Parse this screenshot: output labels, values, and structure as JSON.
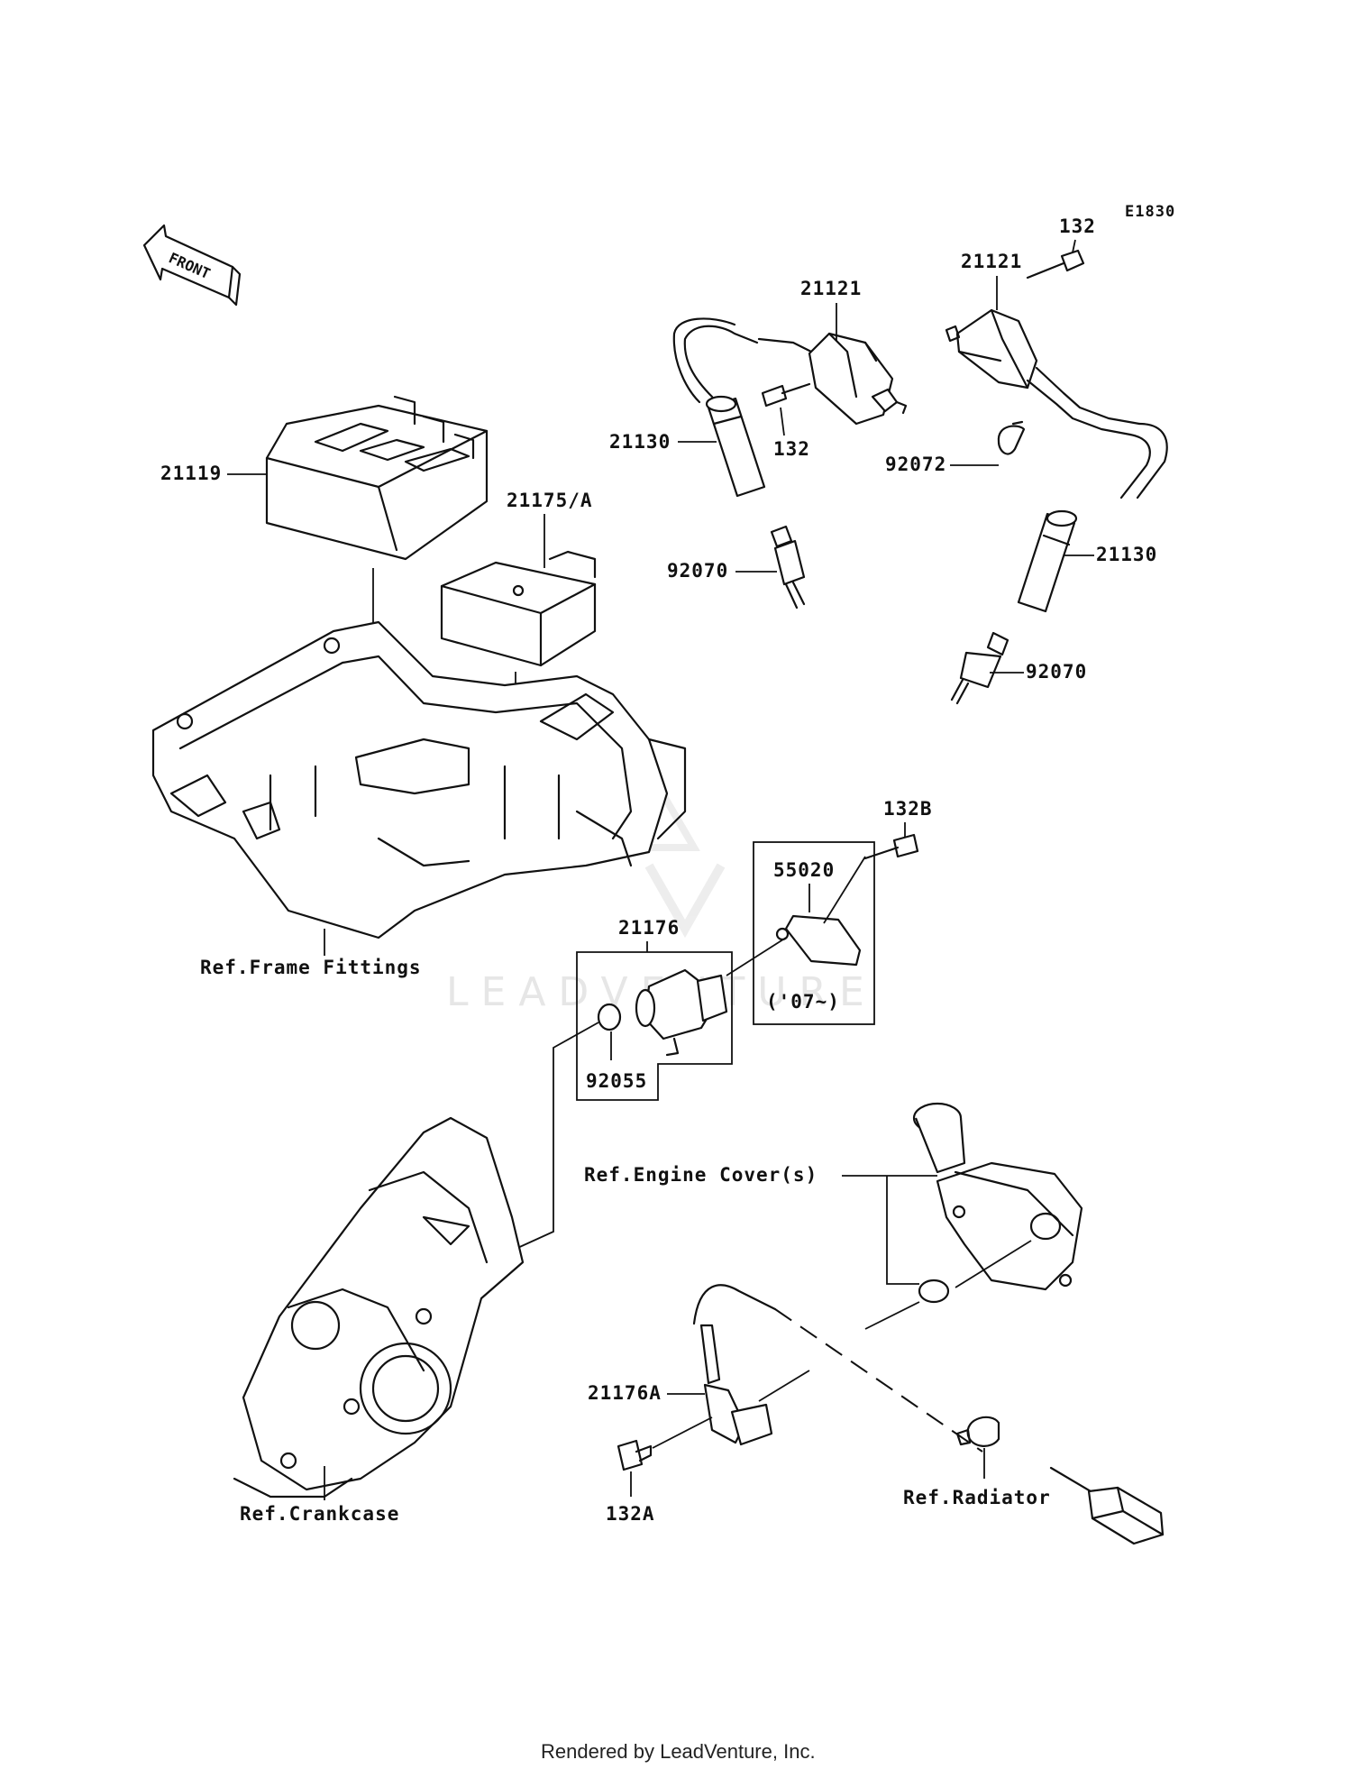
{
  "diagram_code": "E1830",
  "front_label": "FRONT",
  "watermark": "LEADVENTURE",
  "footer": "Rendered by LeadVenture, Inc.",
  "parts": {
    "p21119": "21119",
    "p21175A": "21175/A",
    "p21121_left": "21121",
    "p21121_right": "21121",
    "p132_left": "132",
    "p132_right": "132",
    "p21130_left": "21130",
    "p21130_right": "21130",
    "p92070_left": "92070",
    "p92070_right": "92070",
    "p92072": "92072",
    "p132B": "132B",
    "p55020": "55020",
    "p55020_note": "('07~)",
    "p21176": "21176",
    "p92055": "92055",
    "p21176A": "21176A",
    "p132A": "132A"
  },
  "refs": {
    "frame": "Ref.Frame Fittings",
    "engine_cover": "Ref.Engine Cover(s)",
    "crankcase": "Ref.Crankcase",
    "radiator": "Ref.Radiator"
  }
}
